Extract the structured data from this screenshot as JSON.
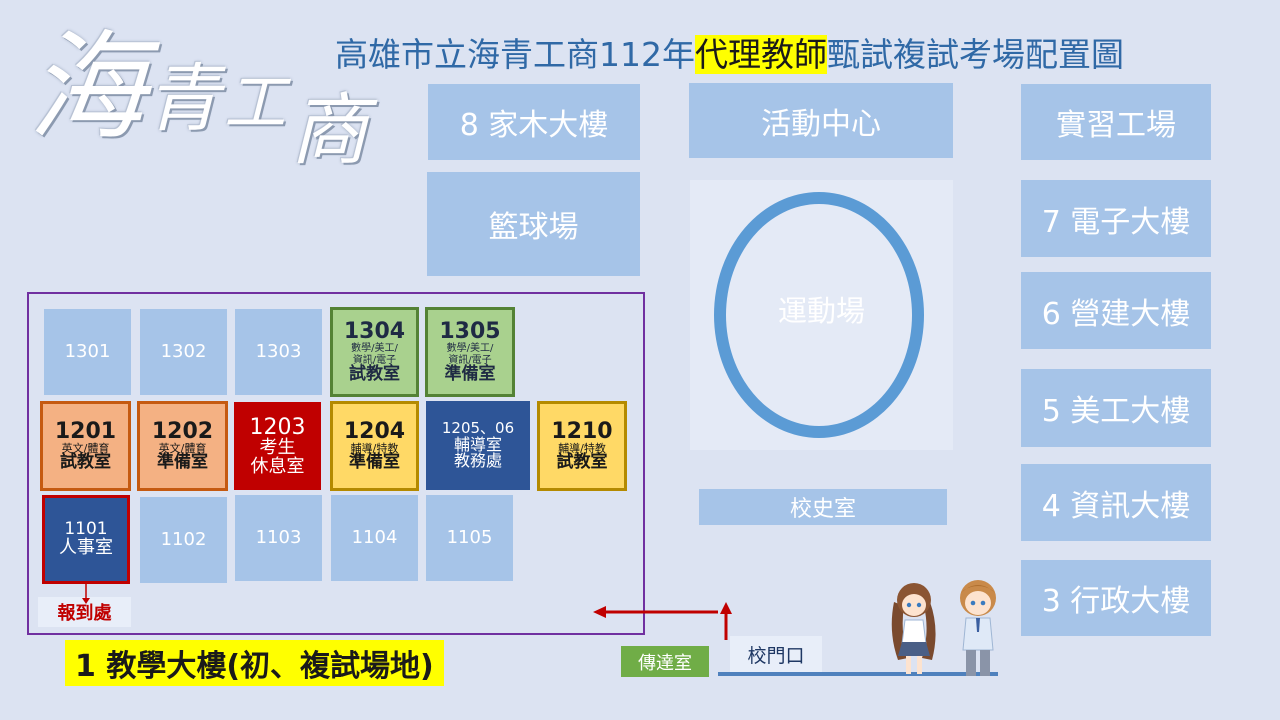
{
  "header": {
    "logo_text": [
      "海",
      "青",
      "工",
      "商"
    ],
    "title_pre": "高雄市立海青工商112年",
    "title_hl": "代理教師",
    "title_post": "甄試複試考場配置圖"
  },
  "campus": {
    "b8": "8 家木大樓",
    "activity": "活動中心",
    "workshop": "實習工場",
    "basketball": "籃球場",
    "b7": "7 電子大樓",
    "b6": "6 營建大樓",
    "b5": "5 美工大樓",
    "b4": "4 資訊大樓",
    "b3": "3 行政大樓",
    "field": "運動場",
    "history": "校史室",
    "guard": "傳達室",
    "gate": "校門口"
  },
  "building1": {
    "label": "1 教學大樓(初、複試場地)",
    "checkin": "報到處",
    "r1301": "1301",
    "r1302": "1302",
    "r1303": "1303",
    "r1304": {
      "num": "1304",
      "sub1": "數學/美工/",
      "sub2": "資訊/電子",
      "role": "試教室"
    },
    "r1305": {
      "num": "1305",
      "sub1": "數學/美工/",
      "sub2": "資訊/電子",
      "role": "準備室"
    },
    "r1201": {
      "num": "1201",
      "sub": "英文/體育",
      "role": "試教室"
    },
    "r1202": {
      "num": "1202",
      "sub": "英文/體育",
      "role": "準備室"
    },
    "r1203": {
      "num": "1203",
      "l1": "考生",
      "l2": "休息室"
    },
    "r1204": {
      "num": "1204",
      "sub": "輔導/特教",
      "role": "準備室"
    },
    "r1205": {
      "num": "1205、06",
      "l1": "輔導室",
      "l2": "教務處"
    },
    "r1210": {
      "num": "1210",
      "sub": "輔導/特教",
      "role": "試教室"
    },
    "r1101": {
      "num": "1101",
      "l1": "人事室"
    },
    "r1102": "1102",
    "r1103": "1103",
    "r1104": "1104",
    "r1105": "1105"
  },
  "colors": {
    "background": "#dce3f2",
    "block": "#a6c4e8",
    "title": "#3069a6",
    "frame": "#7030a0",
    "arrow": "#c00000",
    "track": "#5b9bd5"
  },
  "icons": [
    "two-students-illustration"
  ]
}
